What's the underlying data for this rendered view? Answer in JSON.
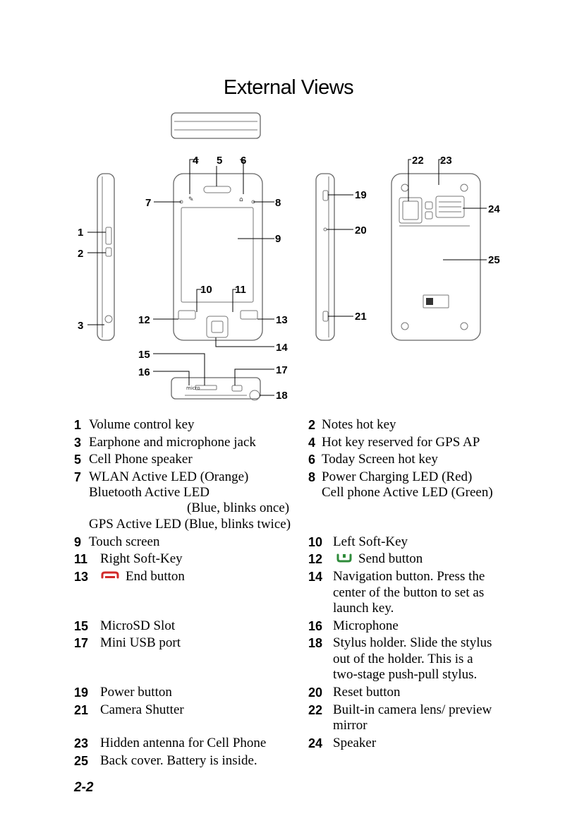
{
  "page": {
    "title": "External Views",
    "footer": "2-2"
  },
  "diagram": {
    "callouts": [
      "1",
      "2",
      "3",
      "4",
      "5",
      "6",
      "7",
      "8",
      "9",
      "10",
      "11",
      "12",
      "13",
      "14",
      "15",
      "16",
      "17",
      "18",
      "19",
      "20",
      "21",
      "22",
      "23",
      "24",
      "25"
    ]
  },
  "legend": {
    "items": [
      {
        "num": "1",
        "lines": [
          "Volume control key"
        ]
      },
      {
        "num": "2",
        "lines": [
          "Notes hot key"
        ]
      },
      {
        "num": "3",
        "lines": [
          "Earphone and microphone jack"
        ]
      },
      {
        "num": "4",
        "lines": [
          "Hot key reserved for GPS AP"
        ]
      },
      {
        "num": "5",
        "lines": [
          "Cell Phone speaker"
        ]
      },
      {
        "num": "6",
        "lines": [
          "Today Screen hot key"
        ]
      },
      {
        "num": "7",
        "lines": [
          "WLAN Active LED (Orange)",
          "Bluetooth Active LED",
          "(Blue, blinks once)",
          "GPS Active LED (Blue, blinks twice)"
        ]
      },
      {
        "num": "8",
        "lines": [
          "Power Charging LED (Red)",
          "Cell phone Active LED (Green)"
        ]
      },
      {
        "num": "9",
        "lines": [
          "Touch screen"
        ]
      },
      {
        "num": "10",
        "lines": [
          "Left Soft-Key"
        ]
      },
      {
        "num": "11",
        "lines": [
          "Right Soft-Key"
        ]
      },
      {
        "num": "12",
        "lines": [
          "Send button"
        ],
        "icon": "send-icon",
        "icon_color": "#2e8b3a"
      },
      {
        "num": "13",
        "lines": [
          "End button"
        ],
        "icon": "end-icon",
        "icon_color": "#d22a2a"
      },
      {
        "num": "14",
        "lines": [
          "Navigation button. Press the",
          "center of the button to set as",
          "launch key."
        ]
      },
      {
        "num": "15",
        "lines": [
          "MicroSD Slot"
        ]
      },
      {
        "num": "16",
        "lines": [
          "Microphone"
        ]
      },
      {
        "num": "17",
        "lines": [
          "Mini USB port"
        ]
      },
      {
        "num": "18",
        "lines": [
          "Stylus holder. Slide the stylus",
          "out of the holder. This is a",
          "two-stage push-pull stylus."
        ]
      },
      {
        "num": "19",
        "lines": [
          "Power button"
        ]
      },
      {
        "num": "20",
        "lines": [
          "Reset button"
        ]
      },
      {
        "num": "21",
        "lines": [
          "Camera Shutter"
        ]
      },
      {
        "num": "22",
        "lines": [
          "Built-in camera lens/ preview",
          "mirror"
        ]
      },
      {
        "num": "23",
        "lines": [
          "Hidden antenna for Cell Phone"
        ]
      },
      {
        "num": "24",
        "lines": [
          "Speaker"
        ]
      },
      {
        "num": "25",
        "lines": [
          "Back cover. Battery is inside."
        ]
      }
    ]
  }
}
